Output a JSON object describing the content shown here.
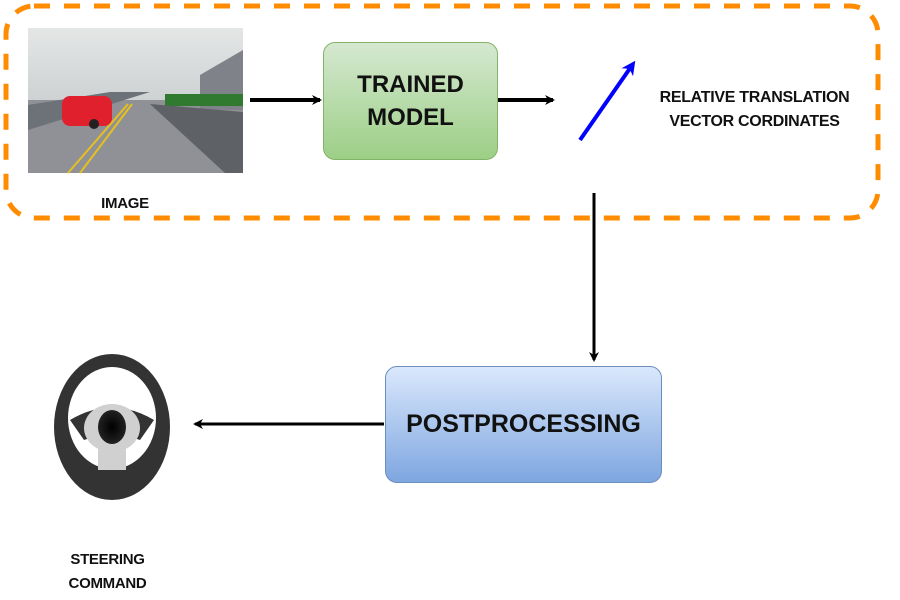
{
  "diagram": {
    "image_node": {
      "label": "IMAGE",
      "thumbnail": "road-scene-with-red-car"
    },
    "trained_model": {
      "label_line1": "TRAINED",
      "label_line2": "MODEL"
    },
    "output": {
      "label_line1": "RELATIVE TRANSLATION",
      "label_line2": "VECTOR CORDINATES",
      "icon": "blue-vector-arrow-icon"
    },
    "postprocessing": {
      "label": "POSTPROCESSING"
    },
    "steering": {
      "label_line1": "STEERING",
      "label_line2": "COMMAND",
      "icon": "steering-wheel-icon"
    },
    "colors": {
      "group_border": "#ff8c00",
      "model_fill": "#b5dba4",
      "post_fill": "#a9c4ee",
      "vector_arrow": "#0000ff"
    }
  }
}
